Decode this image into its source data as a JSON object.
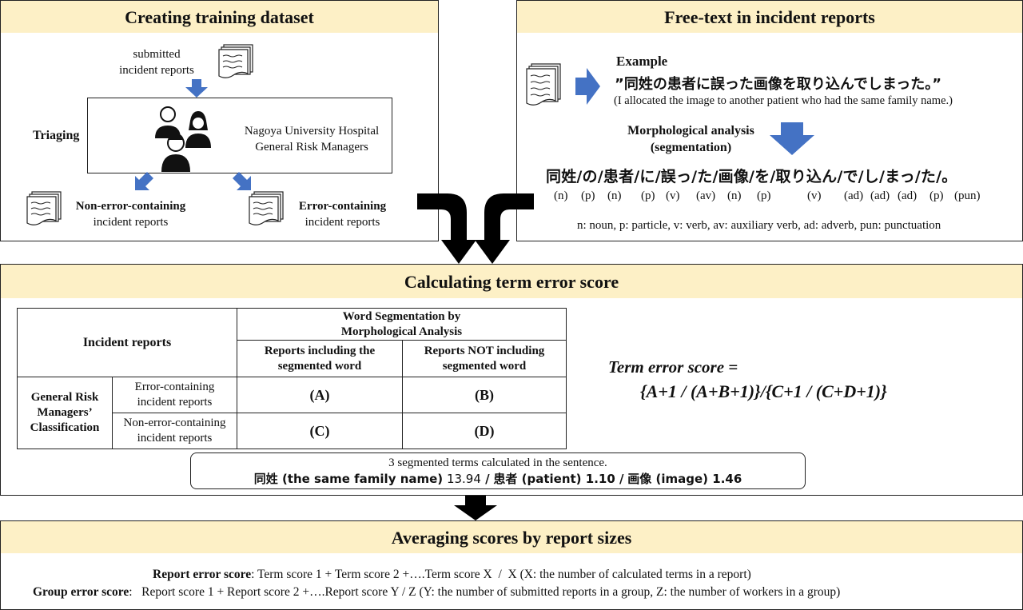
{
  "panel1": {
    "title": "Creating training dataset",
    "submitted": [
      "submitted",
      "incident reports"
    ],
    "triaging": "Triaging",
    "hospital": [
      "Nagoya University Hospital",
      "General Risk Managers"
    ],
    "non_error": [
      "Non-error-containing",
      "incident reports"
    ],
    "error": [
      "Error-containing",
      "incident reports"
    ]
  },
  "panel2": {
    "title": "Free-text in incident reports",
    "example_label": "Example",
    "example_jp": "”同姓の患者に誤った画像を取り込んでしまった。”",
    "example_en": "(I allocated the image to another patient who had the same family name.)",
    "morph": [
      "Morphological analysis",
      "(segmentation)"
    ],
    "segmented": "同姓/の/患者/に/誤っ/た/画像/を/取り込ん/で/し/まっ/た/。",
    "pos_tags": [
      "(n)",
      "(p)",
      "(n)",
      "(p)",
      "(v)",
      "(av)",
      "(n)",
      "(p)",
      "(v)",
      "(ad)",
      "(ad)",
      "(ad)",
      "(p)",
      "(pun)"
    ],
    "legend": "n: noun, p: particle, v: verb, av: auxiliary verb, ad: adverb, pun: punctuation"
  },
  "panel3": {
    "title": "Calculating term error score",
    "table": {
      "incident_reports": "Incident reports",
      "word_seg": [
        "Word Segmentation by",
        "Morphological Analysis"
      ],
      "col_incl": [
        "Reports including the",
        "segmented word"
      ],
      "col_not": [
        "Reports NOT including",
        "segmented word"
      ],
      "grm": [
        "General Risk",
        "Managers’",
        "Classification"
      ],
      "row_error": [
        "Error-containing",
        "incident reports"
      ],
      "row_non_error": [
        "Non-error-containing",
        "incident reports"
      ],
      "cells": [
        "(A)",
        "(B)",
        "(C)",
        "(D)"
      ]
    },
    "formula_label": "Term error score =",
    "formula": "{A+1 / (A+B+1)}/{C+1 / (C+D+1)}",
    "box_line1": "3 segmented terms calculated in the sentence.",
    "terms": [
      {
        "jp": "同姓",
        "en": "(the same family name)",
        "score": "13.94",
        "sep": " /"
      },
      {
        "jp": "患者",
        "en": "(patient)",
        "score": "1.10",
        "sep": " /"
      },
      {
        "jp": "画像",
        "en": "(image)",
        "score": "1.46",
        "sep": ""
      }
    ]
  },
  "panel4": {
    "title": "Averaging scores by report sizes",
    "report_label": "Report error score",
    "report_text": ": Term score 1 + Term score 2 +….Term score X  /  X (X: the number of calculated terms in a report)",
    "group_label": "Group error score",
    "group_text": ":   Report score 1 + Report score 2 +….Report score Y / Z (Y: the number of submitted reports in a group, Z: the number of workers in a group)"
  },
  "colors": {
    "header_fill": "#fdf0c6",
    "arrow_blue": "#4472c4",
    "black": "#000000"
  },
  "icons": [
    "document-stack-icon",
    "person-icon",
    "down-arrow-icon",
    "right-arrow-icon"
  ]
}
